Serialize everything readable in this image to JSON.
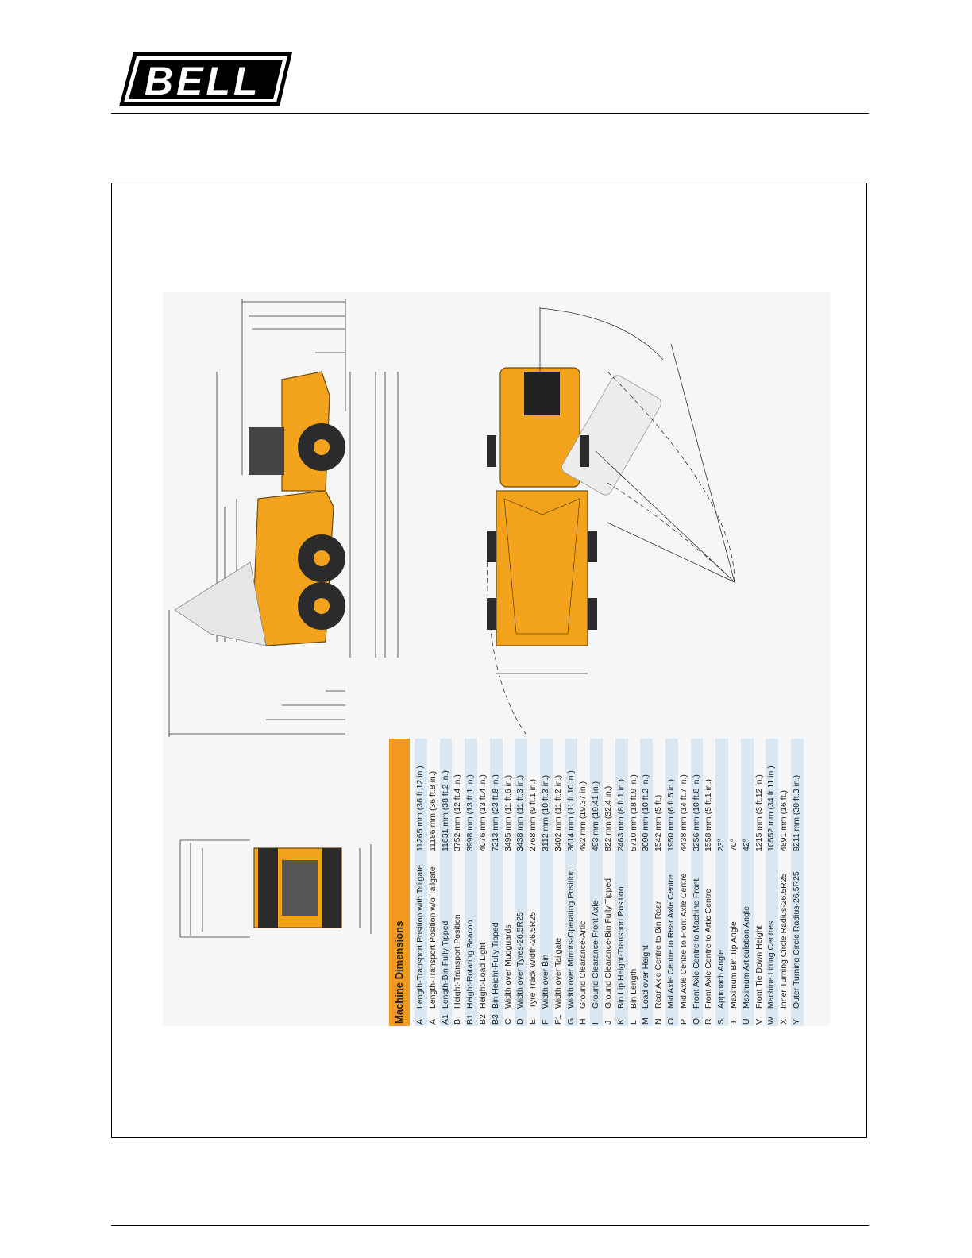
{
  "header": {
    "logo_text": "BELL"
  },
  "table": {
    "title": "Machine Dimensions",
    "rows": [
      {
        "code": "A",
        "desc": "Length-Transport Position with Tailgate",
        "value": "11265 mm (36 ft.12 in.)"
      },
      {
        "code": "A",
        "desc": "Length-Transport Position w/o Tailgate",
        "value": "11186 mm (36 ft.8 in.)"
      },
      {
        "code": "A1",
        "desc": "Length-Bin Fully Tipped",
        "value": "11631 mm (38 ft.2 in.)"
      },
      {
        "code": "B",
        "desc": "Height-Transport Position",
        "value": "3752 mm (12 ft.4 in.)"
      },
      {
        "code": "B1",
        "desc": "Height-Rotating Beacon",
        "value": "3998 mm (13 ft.1 in.)"
      },
      {
        "code": "B2",
        "desc": "Height-Load Light",
        "value": "4076 mm (13 ft.4 in.)"
      },
      {
        "code": "B3",
        "desc": "Bin Height-Fully Tipped",
        "value": "7213 mm (23 ft.8 in.)"
      },
      {
        "code": "C",
        "desc": "Width over Mudguards",
        "value": "3495 mm (11 ft.6 in.)"
      },
      {
        "code": "D",
        "desc": "Width over Tyres-26.5R25",
        "value": "3438 mm (11 ft.3 in.)"
      },
      {
        "code": "E",
        "desc": "Tyre Track Width-26.5R25",
        "value": "2768 mm (9 ft.1 in.)"
      },
      {
        "code": "F",
        "desc": "Width over Bin",
        "value": "3112 mm (10 ft.3 in.)"
      },
      {
        "code": "F1",
        "desc": "Width over Tailgate",
        "value": "3402 mm (11 ft.2 in.)"
      },
      {
        "code": "G",
        "desc": "Width over Mirrors-Operating Position",
        "value": "3614 mm (11 ft.10 in.)"
      },
      {
        "code": "H",
        "desc": "Ground Clearance-Artic",
        "value": "492 mm (19.37 in.)"
      },
      {
        "code": "I",
        "desc": "Ground Clearance-Front Axle",
        "value": "493 mm (19.41 in.)"
      },
      {
        "code": "J",
        "desc": "Ground Clearance-Bin Fully Tipped",
        "value": "822 mm (32.4 in.)"
      },
      {
        "code": "K",
        "desc": "Bin Lip Height-Transport Position",
        "value": "2463 mm (8 ft.1 in.)"
      },
      {
        "code": "L",
        "desc": "Bin Length",
        "value": "5710 mm (18 ft.9 in.)"
      },
      {
        "code": "M",
        "desc": "Load over Height",
        "value": "3090 mm (10 ft.2 in.)"
      },
      {
        "code": "N",
        "desc": "Rear Axle Centre to Bin Rear",
        "value": "1542 mm (5 ft.)"
      },
      {
        "code": "O",
        "desc": "Mid Axle Centre to Rear Axle Centre",
        "value": "1950 mm (6 ft.5 in.)"
      },
      {
        "code": "P",
        "desc": "Mid Axle Centre to Front Axle Centre",
        "value": "4438 mm (14 ft.7 in.)"
      },
      {
        "code": "Q",
        "desc": "Front Axle Centre to Machine Front",
        "value": "3256 mm (10 ft.8 in.)"
      },
      {
        "code": "R",
        "desc": "Front Axle Centre to Artic Centre",
        "value": "1558 mm (5 ft.1 in.)"
      },
      {
        "code": "S",
        "desc": "Approach Angle",
        "value": "23°"
      },
      {
        "code": "T",
        "desc": "Maximum Bin Tip Angle",
        "value": "70°"
      },
      {
        "code": "U",
        "desc": "Maximum Articulation Angle",
        "value": "42°"
      },
      {
        "code": "V",
        "desc": "Front Tie Down Height",
        "value": "1215 mm (3 ft.12 in.)"
      },
      {
        "code": "W",
        "desc": "Machine Lifting Centres",
        "value": "10552 mm (34 ft.11 in.)"
      },
      {
        "code": "X",
        "desc": "Inner Turning Circle Radius-26.5R25",
        "value": "4891 mm (16 ft.)"
      },
      {
        "code": "Y",
        "desc": "Outer Turning Circle Radius-26.5R25",
        "value": "9211 mm (30 ft.3 in.)"
      }
    ]
  },
  "colors": {
    "machine_yellow": "#f2a31b",
    "table_header_orange": "#f29a1d",
    "row_tint": "#d9e7f3"
  }
}
